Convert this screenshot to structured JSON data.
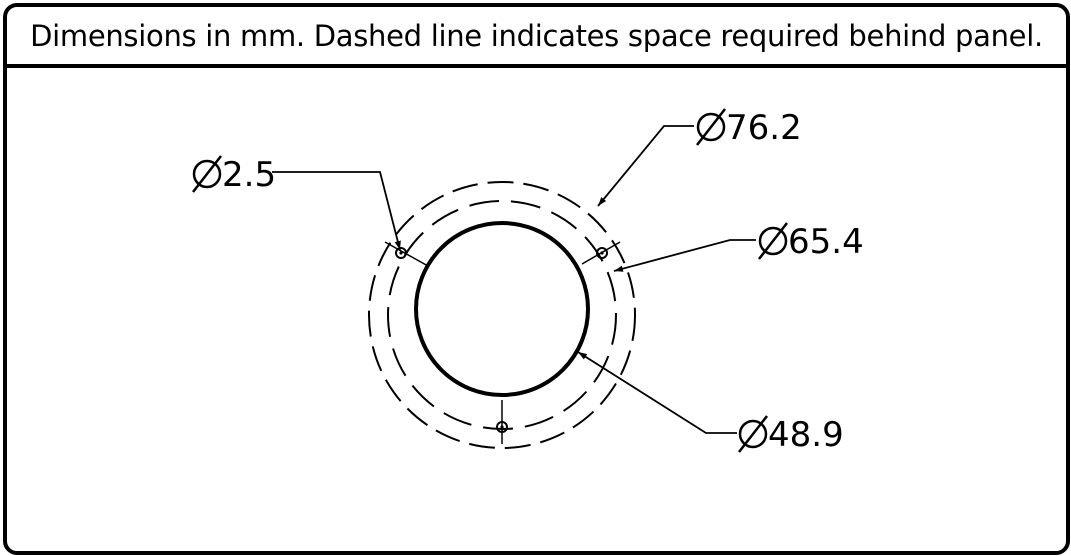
{
  "header": {
    "text": "Dimensions in mm. Dashed line indicates space required behind panel."
  },
  "dimensions": {
    "hole_small": "2.5",
    "outer_dashed": "76.2",
    "bolt_circle": "65.4",
    "main_bore": "48.9"
  }
}
